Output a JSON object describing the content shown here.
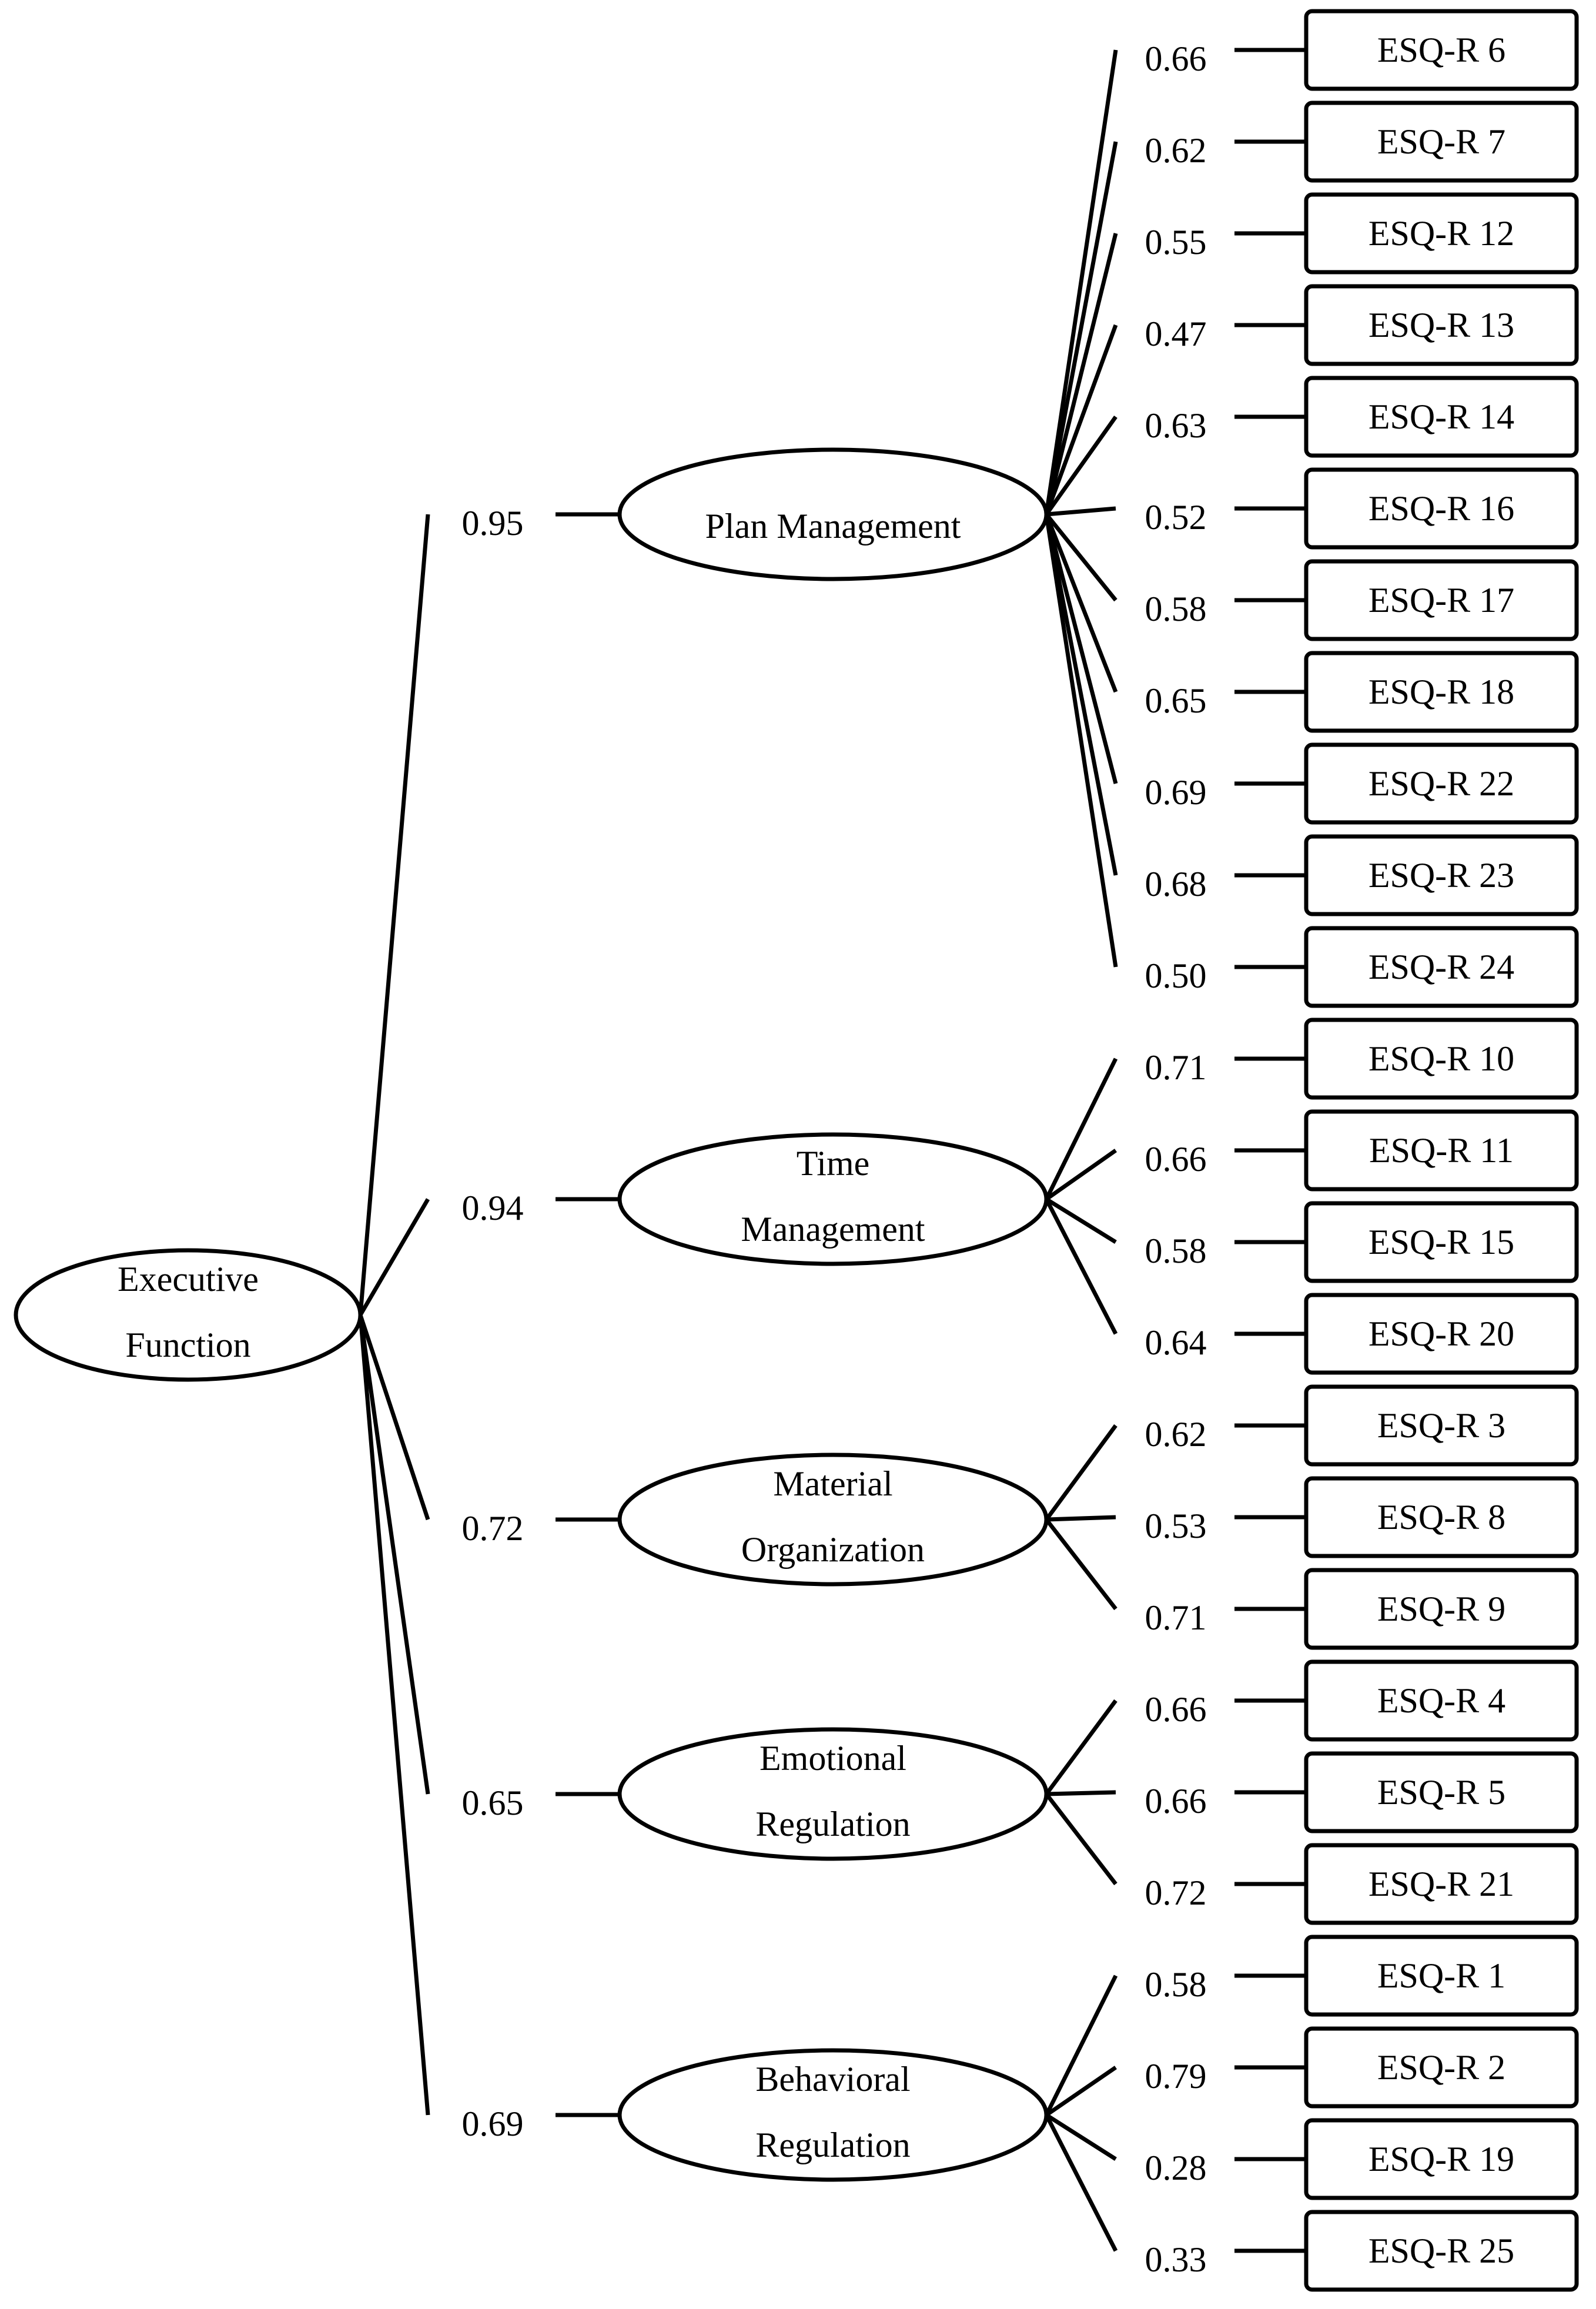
{
  "root": {
    "label_lines": [
      "Executive",
      "Function"
    ]
  },
  "factors": [
    {
      "label_lines": [
        "Plan Management"
      ],
      "loading": "0.95",
      "indicators": [
        {
          "label": "ESQ-R 6",
          "loading": "0.66"
        },
        {
          "label": "ESQ-R 7",
          "loading": "0.62"
        },
        {
          "label": "ESQ-R 12",
          "loading": "0.55"
        },
        {
          "label": "ESQ-R 13",
          "loading": "0.47"
        },
        {
          "label": "ESQ-R 14",
          "loading": "0.63"
        },
        {
          "label": "ESQ-R 16",
          "loading": "0.52"
        },
        {
          "label": "ESQ-R 17",
          "loading": "0.58"
        },
        {
          "label": "ESQ-R 18",
          "loading": "0.65"
        },
        {
          "label": "ESQ-R 22",
          "loading": "0.69"
        },
        {
          "label": "ESQ-R 23",
          "loading": "0.68"
        },
        {
          "label": "ESQ-R 24",
          "loading": "0.50"
        }
      ]
    },
    {
      "label_lines": [
        "Time",
        "Management"
      ],
      "loading": "0.94",
      "indicators": [
        {
          "label": "ESQ-R 10",
          "loading": "0.71"
        },
        {
          "label": "ESQ-R 11",
          "loading": "0.66"
        },
        {
          "label": "ESQ-R 15",
          "loading": "0.58"
        },
        {
          "label": "ESQ-R 20",
          "loading": "0.64"
        }
      ]
    },
    {
      "label_lines": [
        "Material",
        "Organization"
      ],
      "loading": "0.72",
      "indicators": [
        {
          "label": "ESQ-R 3",
          "loading": "0.62"
        },
        {
          "label": "ESQ-R 8",
          "loading": "0.53"
        },
        {
          "label": "ESQ-R 9",
          "loading": "0.71"
        }
      ]
    },
    {
      "label_lines": [
        "Emotional",
        "Regulation"
      ],
      "loading": "0.65",
      "indicators": [
        {
          "label": "ESQ-R 4",
          "loading": "0.66"
        },
        {
          "label": "ESQ-R 5",
          "loading": "0.66"
        },
        {
          "label": "ESQ-R 21",
          "loading": "0.72"
        }
      ]
    },
    {
      "label_lines": [
        "Behavioral",
        "Regulation"
      ],
      "loading": "0.69",
      "indicators": [
        {
          "label": "ESQ-R 1",
          "loading": "0.58"
        },
        {
          "label": "ESQ-R 2",
          "loading": "0.79"
        },
        {
          "label": "ESQ-R 19",
          "loading": "0.28"
        },
        {
          "label": "ESQ-R 25",
          "loading": "0.33"
        }
      ]
    }
  ]
}
